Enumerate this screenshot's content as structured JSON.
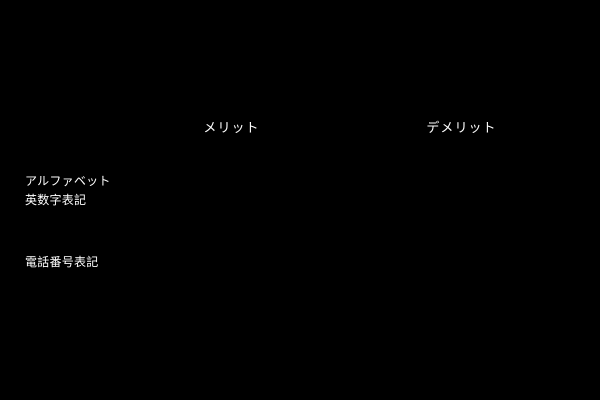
{
  "page": {
    "background_color": "#000000",
    "accent_color": "#40b8fa",
    "text_color": "#ffffff",
    "divider_color": "#050b14"
  },
  "table": {
    "name": "comparison-table",
    "columns": [
      {
        "key": "label",
        "header": ""
      },
      {
        "key": "merit",
        "header": "メリット"
      },
      {
        "key": "demerit",
        "header": "デメリット"
      }
    ],
    "rows": [
      {
        "label_line1": "アルファベット",
        "label_line2": "英数字表記",
        "merit": "",
        "demerit": ""
      },
      {
        "label_line1": "電話番号表記",
        "label_line2": "",
        "merit": "",
        "demerit": ""
      }
    ]
  }
}
